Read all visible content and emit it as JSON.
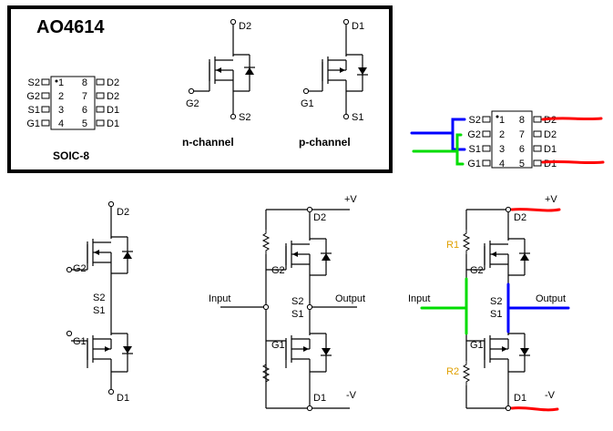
{
  "colors": {
    "red": "#ff0000",
    "green": "#00dd00",
    "blue": "#0000ff",
    "resistor_label": "#e0a000",
    "black": "#000000"
  },
  "datasheet": {
    "part": "AO4614",
    "package": "SOIC-8",
    "n_channel": "n-channel",
    "p_channel": "p-channel",
    "pins_left": [
      {
        "name": "S2",
        "num": "1"
      },
      {
        "name": "G2",
        "num": "2"
      },
      {
        "name": "S1",
        "num": "3"
      },
      {
        "name": "G1",
        "num": "4"
      }
    ],
    "pins_right": [
      {
        "name": "D2",
        "num": "8"
      },
      {
        "name": "D2",
        "num": "7"
      },
      {
        "name": "D1",
        "num": "6"
      },
      {
        "name": "D1",
        "num": "5"
      }
    ],
    "n_labels": {
      "drain": "D2",
      "gate": "G2",
      "source": "S2"
    },
    "p_labels": {
      "drain": "D1",
      "gate": "G1",
      "source": "S1"
    }
  },
  "annotated_package": {
    "pins_left": [
      {
        "name": "S2",
        "num": "1"
      },
      {
        "name": "G2",
        "num": "2"
      },
      {
        "name": "S1",
        "num": "3"
      },
      {
        "name": "G1",
        "num": "4"
      }
    ],
    "pins_right": [
      {
        "name": "D2",
        "num": "8"
      },
      {
        "name": "D2",
        "num": "7"
      },
      {
        "name": "D1",
        "num": "6"
      },
      {
        "name": "D1",
        "num": "5"
      }
    ]
  },
  "circuit_bare": {
    "d2": "D2",
    "g2": "G2",
    "s2": "S2",
    "s1": "S1",
    "g1": "G1",
    "d1": "D1"
  },
  "circuit_wired": {
    "vplus": "+V",
    "d2": "D2",
    "g2": "G2",
    "input": "Input",
    "output": "Output",
    "s2": "S2",
    "s1": "S1",
    "g1": "G1",
    "d1": "D1",
    "vminus": "-V"
  },
  "circuit_colored": {
    "vplus": "+V",
    "d2": "D2",
    "r1": "R1",
    "g2": "G2",
    "input": "Input",
    "output": "Output",
    "s2": "S2",
    "s1": "S1",
    "g1": "G1",
    "r2": "R2",
    "d1": "D1",
    "vminus": "-V"
  }
}
